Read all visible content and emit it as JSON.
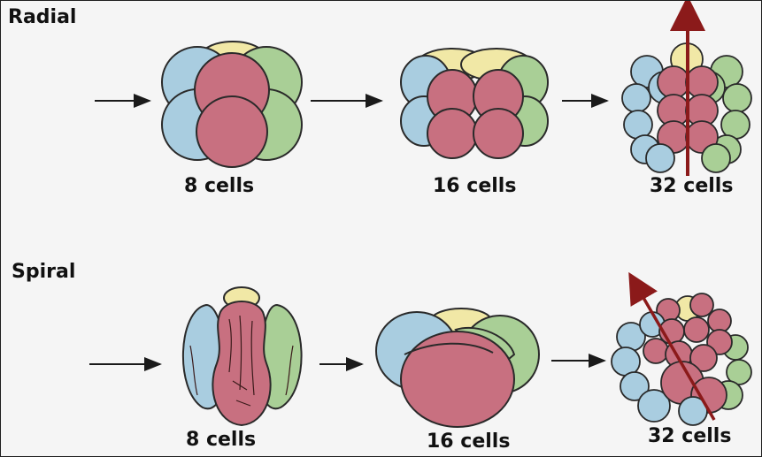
{
  "rows": [
    {
      "title": "Radial",
      "stages": [
        {
          "label": "8 cells"
        },
        {
          "label": "16 cells"
        },
        {
          "label": "32 cells"
        }
      ]
    },
    {
      "title": "Spiral",
      "stages": [
        {
          "label": "8 cells"
        },
        {
          "label": "16 cells"
        },
        {
          "label": "32 cells"
        }
      ]
    }
  ],
  "colors": {
    "blue": "#a9cde0",
    "green": "#a9cf96",
    "pink": "#c87080",
    "yellow": "#f1e8a6",
    "axis": "#8b1a1a",
    "outline": "#2a2a2a"
  }
}
